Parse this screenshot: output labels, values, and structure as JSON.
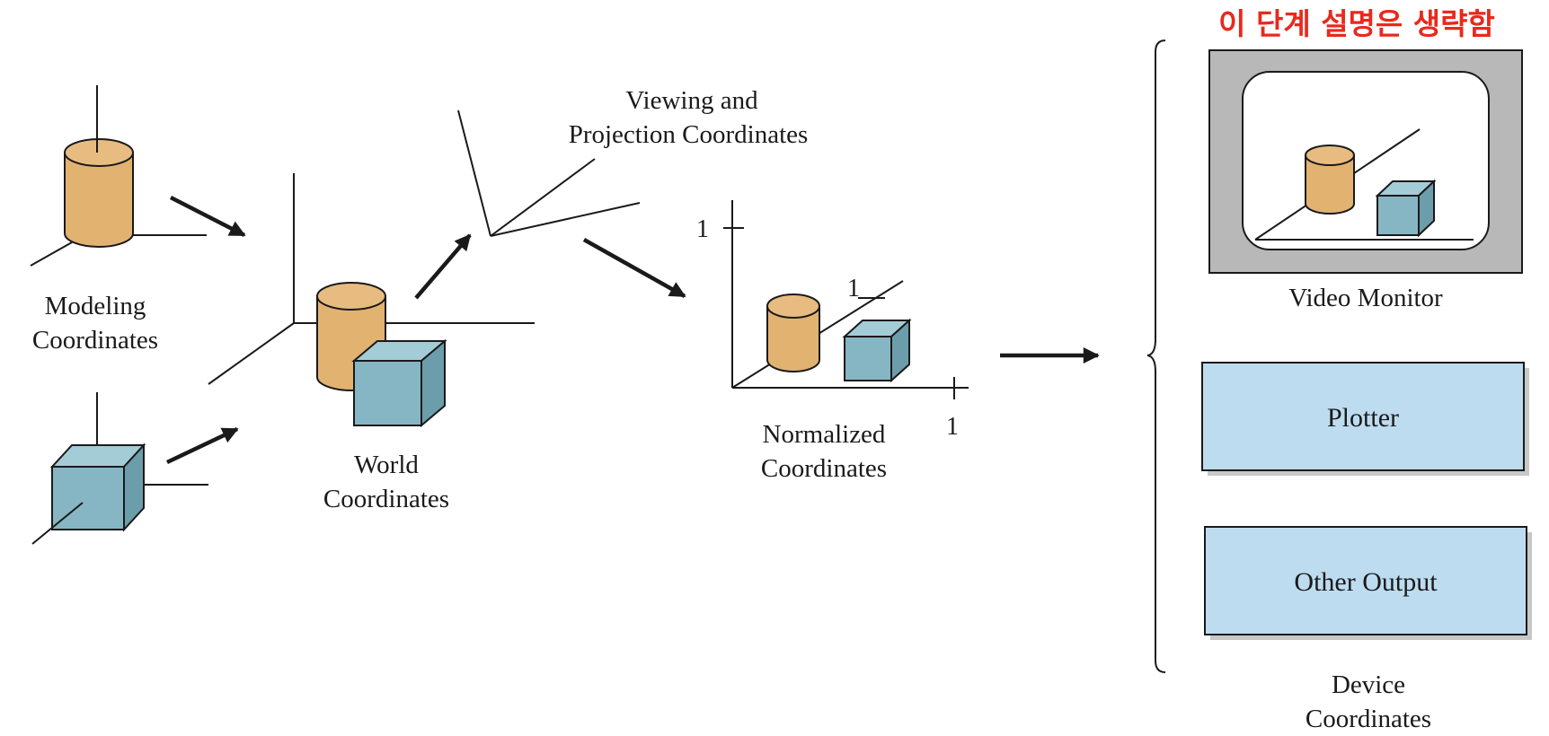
{
  "annotation": "이 단계 설명은 생략함",
  "labels": {
    "modeling_line1": "Modeling",
    "modeling_line2": "Coordinates",
    "world_line1": "World",
    "world_line2": "Coordinates",
    "viewing_line1": "Viewing and",
    "viewing_line2": "Projection Coordinates",
    "normalized_line1": "Normalized",
    "normalized_line2": "Coordinates",
    "normalized_tick_y": "1",
    "normalized_tick_x": "1",
    "normalized_tick_z": "1",
    "video_monitor": "Video Monitor",
    "plotter": "Plotter",
    "other_output": "Other Output",
    "device_line1": "Device",
    "device_line2": "Coordinates"
  },
  "colors": {
    "cylinder_fill": "#E2B271",
    "cube_front": "#86B6C3",
    "cube_top": "#A4CCD7",
    "cube_side": "#6C9DAB",
    "device_box": "#BDDCF0",
    "monitor_frame": "#B8B8B8",
    "annotation": "#E8291D",
    "line": "#1a1a1a"
  },
  "icons": [
    "cylinder-icon",
    "cube-icon",
    "arrow-icon",
    "video-monitor-icon",
    "brace-icon"
  ]
}
